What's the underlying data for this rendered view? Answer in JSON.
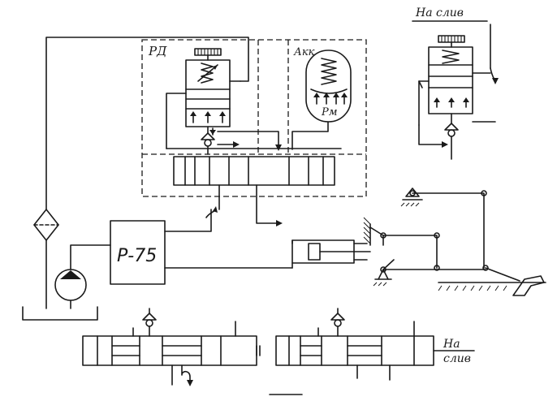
{
  "labels": {
    "rd": "РД",
    "akk": "Акк",
    "pm": "Рм",
    "p75": "Р-75",
    "drain_top": "На слив",
    "drain_bottom_1": "На",
    "drain_bottom_2": "слив"
  }
}
